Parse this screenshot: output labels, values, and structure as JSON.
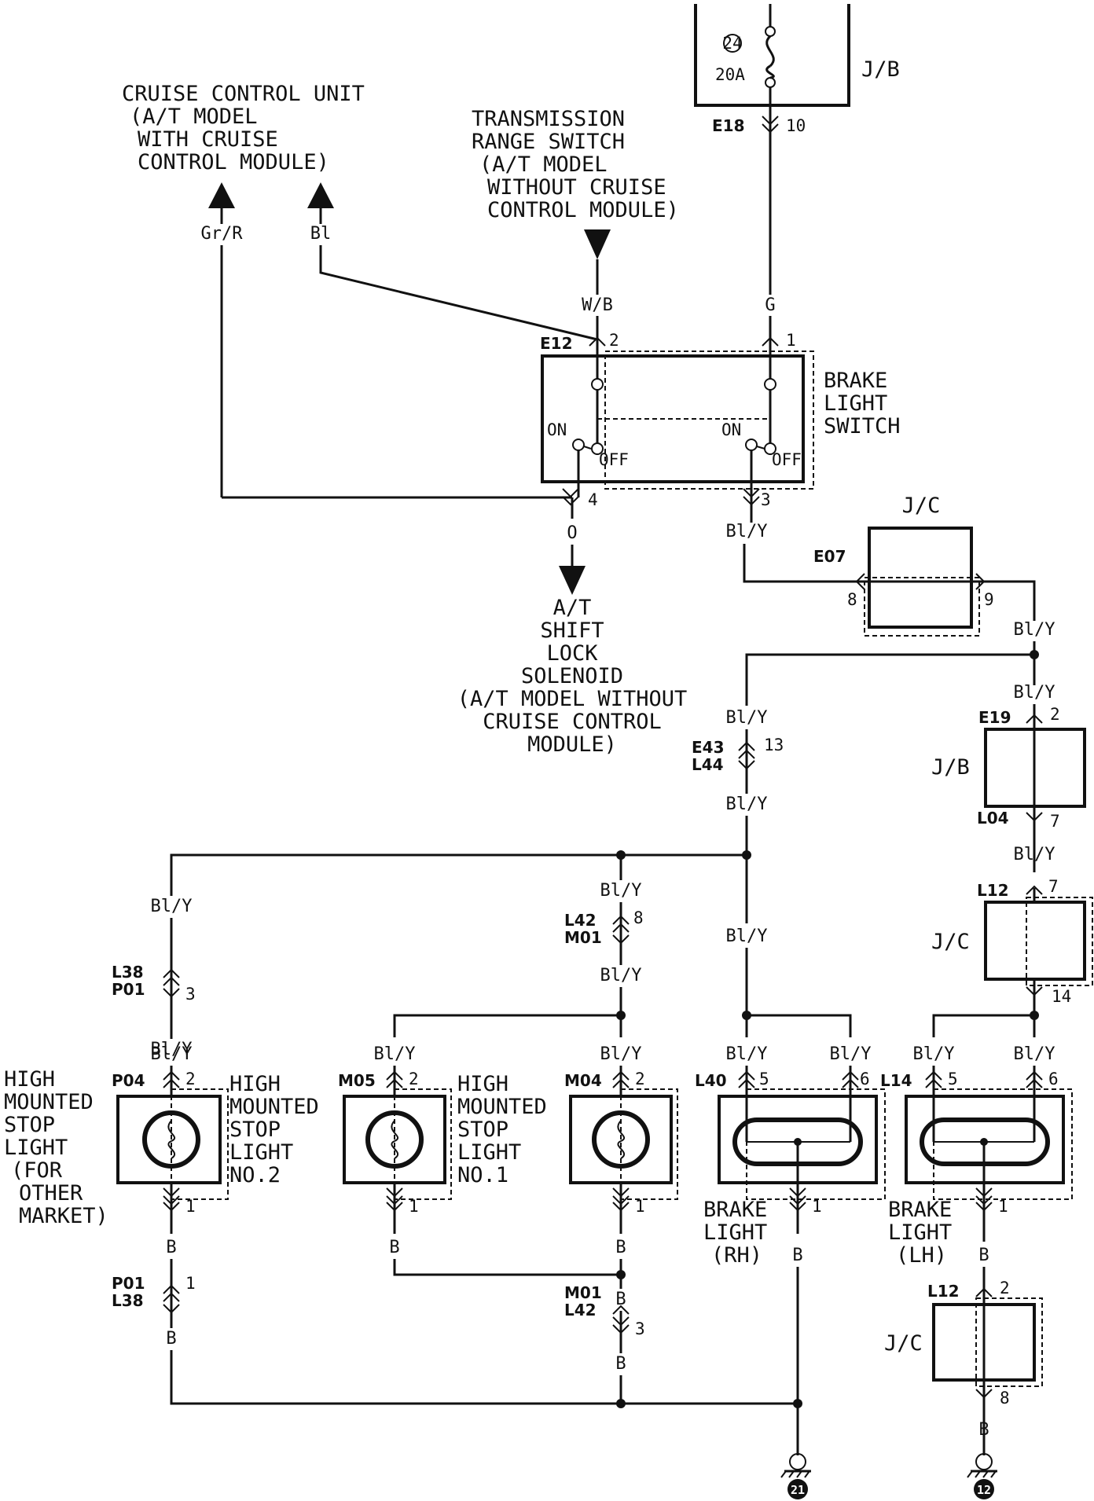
{
  "labels": {
    "cruise_unit": [
      "CRUISE CONTROL UNIT",
      "(A/T MODEL",
      "WITH CRUISE",
      "CONTROL MODULE)"
    ],
    "trans_switch": [
      "TRANSMISSION",
      "RANGE SWITCH",
      "(A/T MODEL",
      "WITHOUT CRUISE",
      "CONTROL MODULE)"
    ],
    "shift_lock": [
      "A/T",
      "SHIFT",
      "LOCK",
      "SOLENOID",
      "(A/T MODEL WITHOUT",
      "CRUISE CONTROL",
      "MODULE)"
    ],
    "brake_switch": [
      "BRAKE",
      "LIGHT",
      "SWITCH"
    ],
    "hmsl_other": [
      "HIGH",
      "MOUNTED",
      "STOP",
      "LIGHT",
      "(FOR",
      "OTHER",
      "MARKET)"
    ],
    "hmsl_no2": [
      "HIGH",
      "MOUNTED",
      "STOP",
      "LIGHT",
      "NO.2"
    ],
    "hmsl_no1": [
      "HIGH",
      "MOUNTED",
      "STOP",
      "LIGHT",
      "NO.1"
    ],
    "brake_rh": [
      "BRAKE",
      "LIGHT",
      "(RH)"
    ],
    "brake_lh": [
      "BRAKE",
      "LIGHT",
      "(LH)"
    ],
    "jb": "J/B",
    "jc": "J/C",
    "on": "ON",
    "off": "OFF"
  },
  "fuse": {
    "number": "24",
    "rating": "20A"
  },
  "wires": {
    "gr_r": "Gr/R",
    "bl": "Bl",
    "w_b": "W/B",
    "g": "G",
    "o": "O",
    "bl_y": "Bl/Y",
    "b": "B"
  },
  "connectors": {
    "e18": "E18",
    "e12": "E12",
    "e07": "E07",
    "e19": "E19",
    "e43": "E43",
    "l44": "L44",
    "l04": "L04",
    "l12": "L12",
    "l42": "L42",
    "m01": "M01",
    "l38": "L38",
    "p01": "P01",
    "p04": "P04",
    "m05": "M05",
    "m04": "M04",
    "l40": "L40",
    "l14": "L14"
  },
  "pins": {
    "p1": "1",
    "p2": "2",
    "p3": "3",
    "p4": "4",
    "p5": "5",
    "p6": "6",
    "p7": "7",
    "p8": "8",
    "p9": "9",
    "p10": "10",
    "p13": "13",
    "p14": "14"
  },
  "grounds": {
    "g21": "21",
    "g12": "12"
  }
}
